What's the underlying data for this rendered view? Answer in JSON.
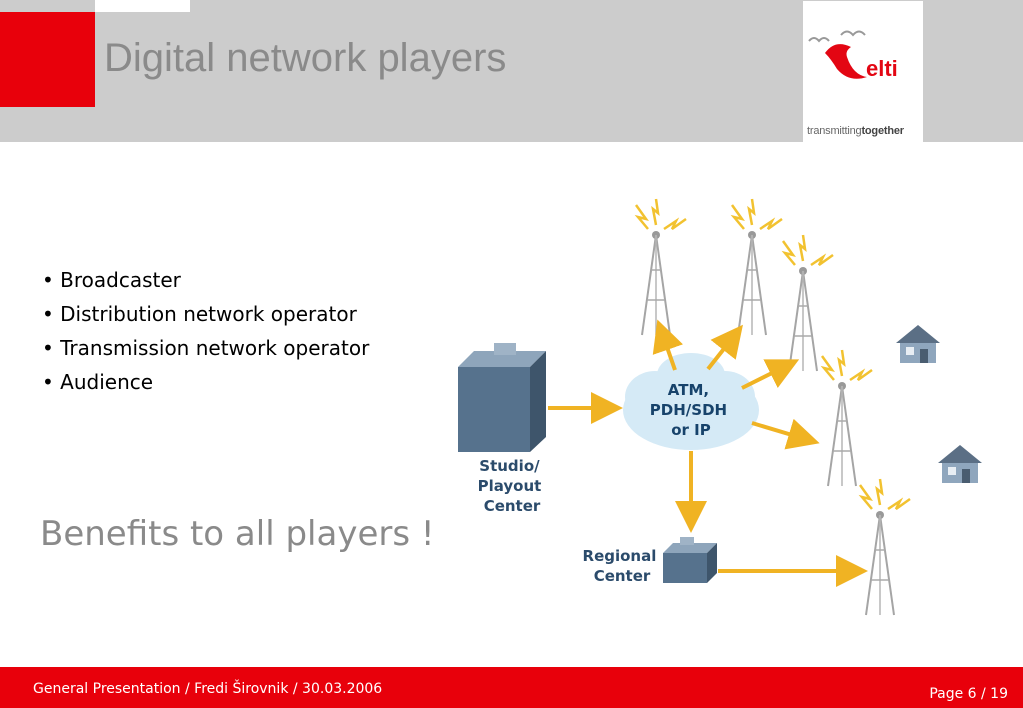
{
  "slide": {
    "title": "Digital network players",
    "bullets": [
      "• Broadcaster",
      "• Distribution network operator",
      "• Transmission network operator",
      "• Audience"
    ],
    "benefits": "Benefits to all players !"
  },
  "logo": {
    "wordmark": "elti",
    "tagline_light": "transmitting",
    "tagline_bold": "together"
  },
  "diagram": {
    "cloud_lines": [
      "ATM,",
      "PDH/SDH",
      "or IP"
    ],
    "studio_lines": [
      "Studio/",
      "Playout",
      "Center"
    ],
    "regional_lines": [
      "Regional",
      "Center"
    ]
  },
  "footer": {
    "left": "General Presentation / Fredi Širovnik / 30.03.2006",
    "right": "Page 6 / 19"
  },
  "colors": {
    "brand_red": "#e8000b",
    "header_gray": "#cccccc",
    "title_gray": "#8a8a8a",
    "arrow_orange": "#f0b323"
  }
}
